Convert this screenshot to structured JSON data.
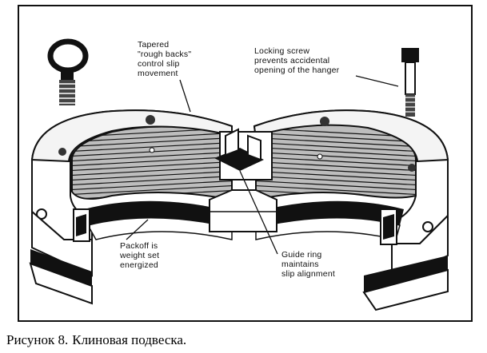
{
  "labels": {
    "tapered": [
      "Tapered",
      "\"rough backs\"",
      "control slip",
      "movement"
    ],
    "locking_screw": [
      "Locking screw",
      "prevents accidental",
      "opening of the hanger"
    ],
    "packoff": [
      "Packoff is",
      "weight set",
      "energized"
    ],
    "guide_ring": [
      "Guide ring",
      "maintains",
      "slip alignment"
    ]
  },
  "caption": {
    "figure_number": "Рисунок 8.",
    "title": "Клиновая подвеска."
  }
}
